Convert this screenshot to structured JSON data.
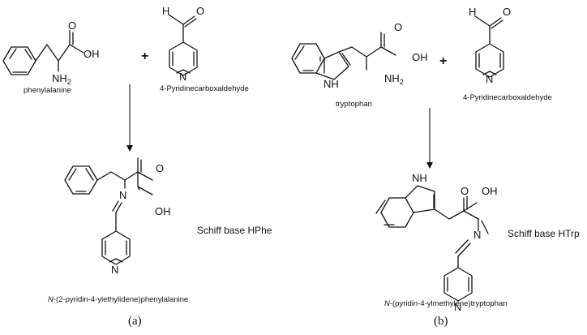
{
  "panel_a": {
    "reactant1": {
      "name": "phenylalanine",
      "groups": {
        "acid_o": "O",
        "oh": "OH",
        "amine": "NH",
        "amine_sub": "2"
      }
    },
    "plus": "+",
    "reactant2": {
      "name": "4-Pyridinecarboxaldehyde",
      "groups": {
        "h": "H",
        "o": "O",
        "n": "N"
      }
    },
    "product": {
      "name_prefix": "N",
      "name_rest": "-(2-pyridin-4-ylethylidene)phenylalanine",
      "groups": {
        "acid_o": "O",
        "oh": "OH",
        "imine_n": "N",
        "ring_n": "N"
      }
    },
    "label": "Schiff base HPhe",
    "panel_label": "(a)"
  },
  "panel_b": {
    "reactant1": {
      "name": "tryptophan",
      "groups": {
        "acid_o": "O",
        "oh": "OH",
        "amine": "NH",
        "amine_sub": "2",
        "indole_nh": "NH"
      }
    },
    "plus": "+",
    "reactant2": {
      "name": "4-Pyridinecarboxaldehyde",
      "groups": {
        "h": "H",
        "o": "O",
        "n": "N"
      }
    },
    "product": {
      "name_prefix": "N",
      "name_rest": "-(pyridin-4-ylmethylene)tryptophan",
      "groups": {
        "acid_o": "O",
        "oh": "OH",
        "imine_n": "N",
        "ring_n": "N",
        "indole_nh": "NH"
      }
    },
    "label": "Schiff base HTrp",
    "panel_label": "(b)"
  }
}
